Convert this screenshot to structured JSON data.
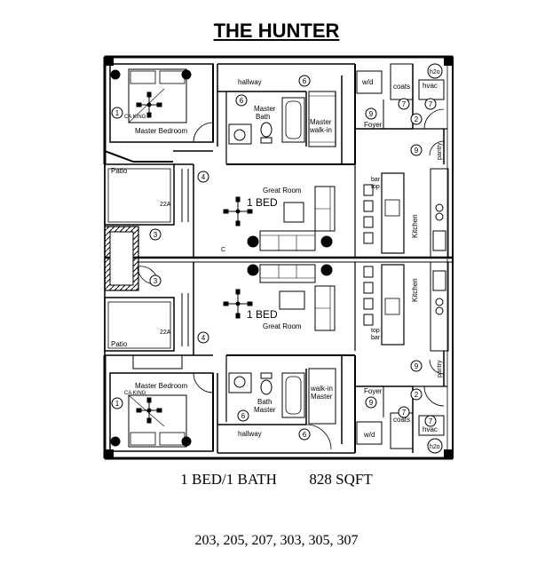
{
  "title": "THE HUNTER",
  "summary": {
    "bed_bath": "1 BED/1 BATH",
    "area": "828 SQFT"
  },
  "units_list": "203, 205, 207, 303, 305, 307",
  "plan": {
    "top_unit": {
      "master_bedroom": "Master Bedroom",
      "bed_size": "CA KING",
      "hallway": "hallway",
      "master_bath_1": "Master",
      "master_bath_2": "Bath",
      "walkin_1": "Master",
      "walkin_2": "walk-in",
      "foyer": "Foyer",
      "coats": "coats",
      "hvac": "hvac",
      "h2o": "h2o",
      "wd": "w/d",
      "pantry": "pantry",
      "great_room": "Great Room",
      "one_bed": "1 BED",
      "patio": "Patio",
      "kitchen": "Kitchen",
      "bar_top_1": "bar",
      "bar_top_2": "top",
      "tag_1": "1",
      "tag_2": "2",
      "tag_3": "3",
      "tag_4": "4",
      "tag_6a": "6",
      "tag_6b": "6",
      "tag_7a": "7",
      "tag_7b": "7",
      "tag_9a": "9",
      "tag_9b": "9",
      "tag_c": "C",
      "tag_22a": "22A"
    },
    "bottom_unit": {
      "master_bedroom": "Master Bedroom",
      "bed_size": "CA KING",
      "hallway": "hallway",
      "bath_1": "Bath",
      "bath_2": "Master",
      "walkin_1": "walk-in",
      "walkin_2": "Master",
      "foyer": "Foyer",
      "coats": "coats",
      "hvac": "hvac",
      "h2o": "h2o",
      "wd": "w/d",
      "pantry": "pantry",
      "great_room": "Great Room",
      "one_bed": "1 BED",
      "patio": "Patio",
      "kitchen": "Kitchen",
      "bar_top_1": "top",
      "bar_top_2": "bar",
      "tag_1": "1",
      "tag_2": "2",
      "tag_3": "3",
      "tag_4": "4",
      "tag_6a": "6",
      "tag_6b": "6",
      "tag_7a": "7",
      "tag_7b": "7",
      "tag_9a": "9",
      "tag_9b": "9",
      "tag_22a": "22A"
    }
  }
}
